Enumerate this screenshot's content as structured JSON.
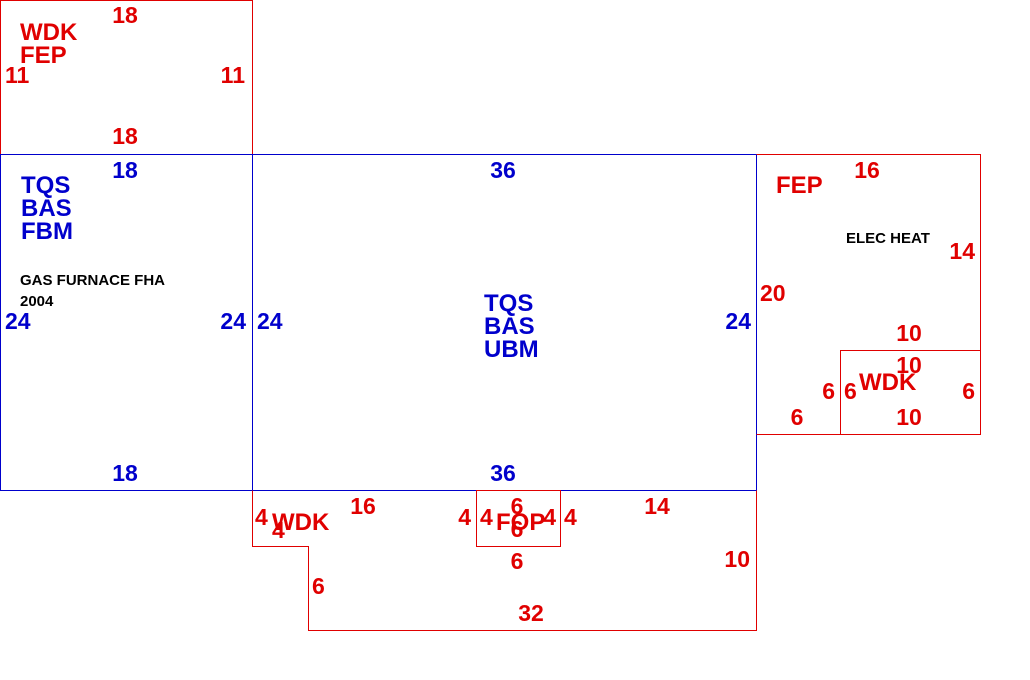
{
  "colors": {
    "red": "#e00000",
    "blue": "#0000cc",
    "black": "#000000"
  },
  "areas": {
    "top_left_wdk": {
      "codes": [
        "WDK",
        "FEP"
      ],
      "dims": [
        "18",
        "11",
        "11",
        "18"
      ]
    },
    "left_room": {
      "codes": [
        "TQS",
        "BAS",
        "FBM"
      ],
      "note_1": "GAS FURNACE FHA",
      "note_2": "2004",
      "dims": [
        "18",
        "24",
        "24",
        "18"
      ]
    },
    "main_room": {
      "codes": [
        "TQS",
        "BAS",
        "UBM"
      ],
      "dims": [
        "36",
        "24",
        "24",
        "36"
      ]
    },
    "right_fep": {
      "code": "FEP",
      "note": "ELEC HEAT",
      "dims": [
        "16",
        "14",
        "20",
        "6",
        "6",
        "10"
      ]
    },
    "right_wdk": {
      "code": "WDK",
      "dims": [
        "10",
        "6",
        "6",
        "10"
      ]
    },
    "bottom_wdk": {
      "code": "WDK",
      "dims": [
        "4",
        "4",
        "16",
        "6",
        "14",
        "10",
        "32"
      ]
    },
    "bottom_fop": {
      "code": "FOP",
      "dims": [
        "6",
        "4",
        "4",
        "4",
        "4",
        "6",
        "6"
      ]
    }
  }
}
